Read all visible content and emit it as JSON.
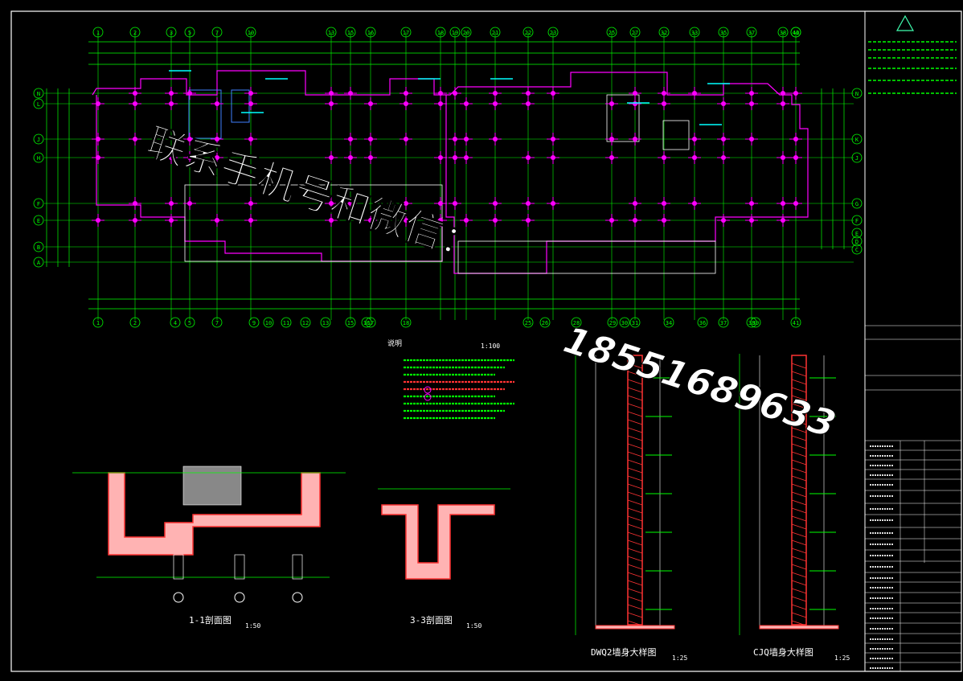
{
  "drawing": {
    "axis_labels_top": [
      "1",
      "2",
      "3",
      "5",
      "7",
      "10",
      "13",
      "15",
      "16",
      "17",
      "18",
      "19",
      "20",
      "21",
      "22",
      "23",
      "25",
      "27",
      "32",
      "33",
      "35",
      "37",
      "38",
      "40",
      "41"
    ],
    "axis_labels_bottom": [
      "1",
      "2",
      "4",
      "5",
      "7",
      "9",
      "10",
      "11",
      "12",
      "13",
      "15",
      "16",
      "17",
      "18",
      "25",
      "26",
      "28",
      "29",
      "30",
      "31",
      "34",
      "36",
      "37",
      "38",
      "39",
      "41"
    ],
    "axis_labels_left": [
      "N",
      "L",
      "J",
      "H",
      "F",
      "E",
      "B",
      "A"
    ],
    "axis_labels_right": [
      "N",
      "K",
      "J",
      "G",
      "F",
      "E",
      "D",
      "C"
    ],
    "plan_scale": "1:100",
    "notes_title": "说明",
    "sections": [
      {
        "title": "1-1剖面图",
        "scale": "1:50"
      },
      {
        "title": "3-3剖面图",
        "scale": "1:50"
      },
      {
        "title": "DWQ2墙身大样图",
        "scale": "1:25"
      },
      {
        "title": "CJQ墙身大样图",
        "scale": "1:25"
      }
    ]
  },
  "watermark": {
    "text": "联系手机号和微信：",
    "phone": "18551689633"
  },
  "colors": {
    "background": "#000000",
    "frame": "#ffffff",
    "grid": "#00ff00",
    "column": "#ff00ff",
    "wall": "#ffffff",
    "section_fill": "#ffb3b3",
    "section_edge": "#ff3333",
    "dim": "#00ff00",
    "annotation": "#00ffff",
    "warning": "#ff3333",
    "watermark": "#ffffff"
  }
}
